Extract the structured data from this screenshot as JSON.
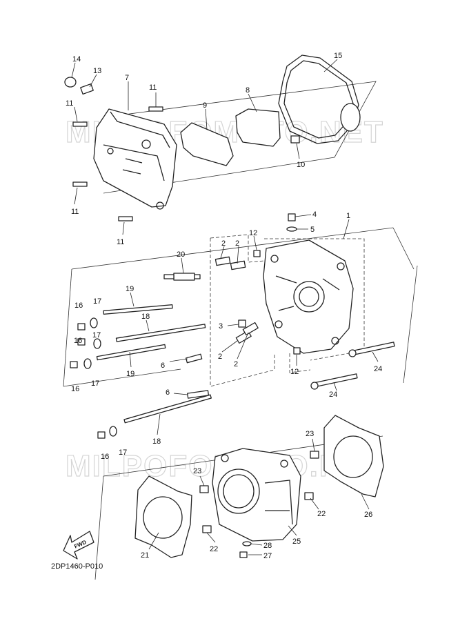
{
  "diagram": {
    "code": "2DP1460-P010",
    "fwd_label": "FWD",
    "watermark": "MILPOFOMOTO.NET"
  },
  "callouts": {
    "c1": "1",
    "c2a": "2",
    "c2b": "2",
    "c2c": "2",
    "c2d": "2",
    "c3": "3",
    "c4": "4",
    "c5": "5",
    "c6a": "6",
    "c6b": "6",
    "c7": "7",
    "c8": "8",
    "c9": "9",
    "c10": "10",
    "c11a": "11",
    "c11b": "11",
    "c11c": "11",
    "c11d": "11",
    "c12a": "12",
    "c12b": "12",
    "c13": "13",
    "c14": "14",
    "c15": "15",
    "c16a": "16",
    "c16b": "16",
    "c16c": "16",
    "c16d": "16",
    "c17a": "17",
    "c17b": "17",
    "c17c": "17",
    "c17d": "17",
    "c18a": "18",
    "c18b": "18",
    "c19a": "19",
    "c19b": "19",
    "c20": "20",
    "c21": "21",
    "c22a": "22",
    "c22b": "22",
    "c23a": "23",
    "c23b": "23",
    "c24a": "24",
    "c24b": "24",
    "c25": "25",
    "c26": "26",
    "c27": "27",
    "c28": "28"
  }
}
